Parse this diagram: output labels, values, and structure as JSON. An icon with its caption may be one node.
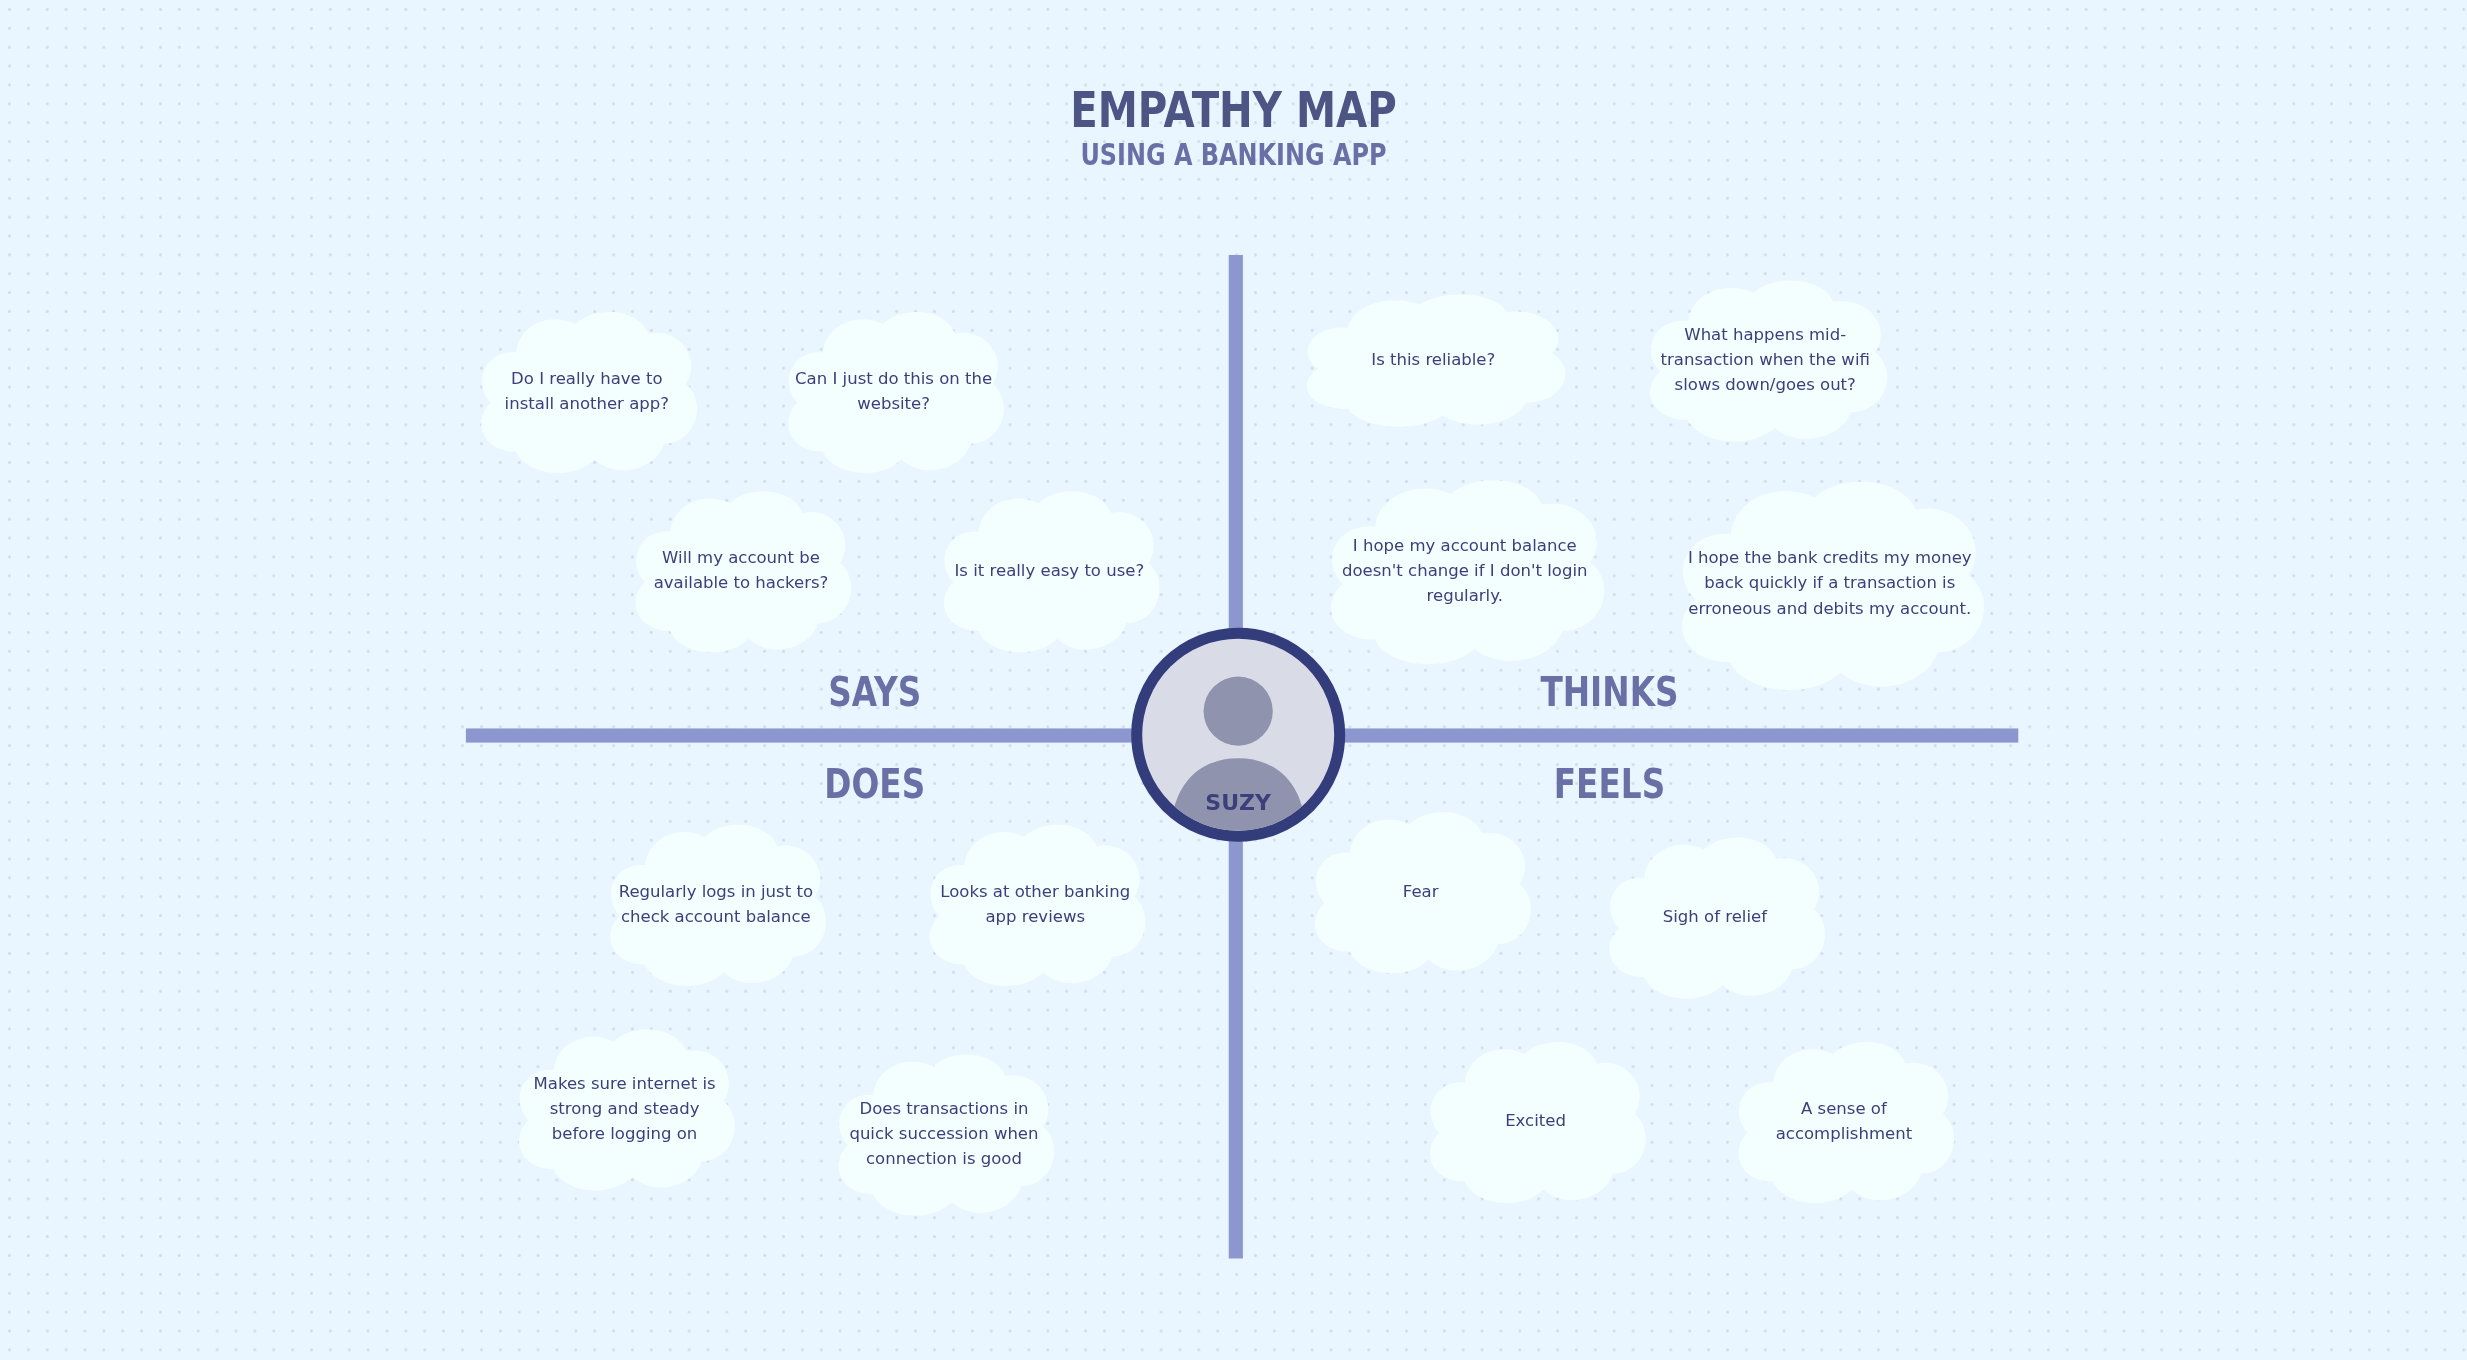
{
  "diagram": {
    "title": "EMPATHY MAP",
    "nodes": [
      {
        "text": [
          "Do I really have to install another app?"
        ]
      },
      {
        "text": [
          "Can I just do this on the website?"
        ]
      },
      {
        "text": [
          "Will my account be available to hackers?"
        ]
      },
      {
        "text": [
          "Is it really easy to use?"
        ]
      },
      {
        "text": [
          "Is this reliable?"
        ]
      },
      {
        "text": [
          "What happens mid-transaction when the wifi slows down/goes out?"
        ]
      },
      {
        "text": [
          "I hope my account balance doesn't change if I don't login regularly."
        ]
      },
      {
        "text": [
          "I hope the bank credits my money back quickly if a transaction is erroneous and debits my account."
        ]
      },
      {
        "text": [
          "Regularly logs in just to check account balance"
        ]
      },
      {
        "text": [
          "Looks at other banking app reviews"
        ]
      },
      {
        "text": [
          "Makes sure internet is strong and steady before logging on"
        ]
      },
      {
        "text": [
          "Does transactions in quick succession when connection is good"
        ]
      },
      {
        "text": [
          "Fear"
        ]
      },
      {
        "text": [
          "Sigh of relief"
        ]
      },
      {
        "text": [
          "Excited"
        ]
      },
      {
        "text": [
          "A sense of accomplishment"
        ]
      },
      {
        "text": [
          "SUZY"
        ]
      }
    ],
    "labels": [
      "USING A BANKING APP",
      "SAYS",
      "THINKS",
      "DOES",
      "FEELS"
    ]
  }
}
